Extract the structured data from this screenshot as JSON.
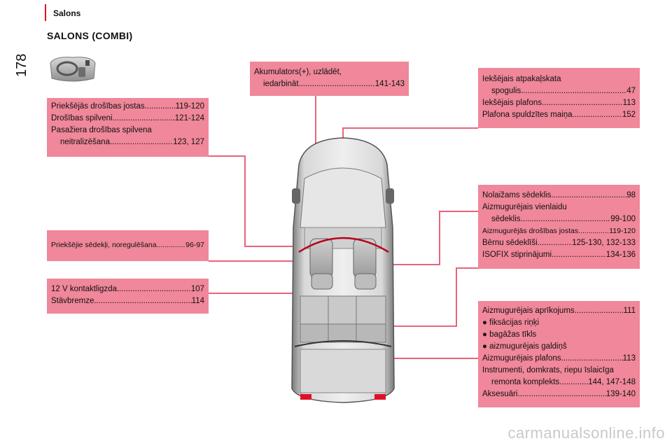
{
  "header": {
    "section": "Salons",
    "page_number": "178"
  },
  "title": "SALONS (COMBI)",
  "boxes": {
    "front_safety": {
      "rows": [
        {
          "label": "Priekšējās drošības jostas",
          "page": "119-120"
        },
        {
          "label": "Drošības spilveni",
          "page": "121-124"
        },
        {
          "label": "Pasažiera drošības spilvena",
          "page": ""
        },
        {
          "label": "neitralizēšana",
          "page": "123, 127"
        }
      ]
    },
    "front_seats": {
      "rows": [
        {
          "label": "Priekšējie sēdekļi, noregulēšana",
          "page": "96-97"
        }
      ]
    },
    "socket": {
      "rows": [
        {
          "label": "12 V kontaktligzda",
          "page": "107"
        },
        {
          "label": "Stāvbremze",
          "page": "114"
        }
      ]
    },
    "battery": {
      "rows": [
        {
          "label": "Akumulators(+), uzlādēt,",
          "page": ""
        },
        {
          "label": "iedarbināt",
          "page": "141-143"
        }
      ]
    },
    "mirror": {
      "rows": [
        {
          "label": "Iekšējais atpakaļskata",
          "page": ""
        },
        {
          "label": "spogulis",
          "page": "47"
        },
        {
          "label": "Iekšējais plafons",
          "page": "113"
        },
        {
          "label": "Plafona spuldzītes maiņa",
          "page": "152"
        }
      ]
    },
    "rear_seats": {
      "rows": [
        {
          "label": "Nolaižams sēdeklis",
          "page": "98"
        },
        {
          "label": "Aizmugurējais vienlaidu",
          "page": ""
        },
        {
          "label": "sēdeklis",
          "page": "99-100"
        },
        {
          "label": "Aizmugurējās drošības jostas",
          "page": "119-120"
        },
        {
          "label": "Bērnu sēdeklīši",
          "page": "125-130, 132-133"
        },
        {
          "label": "ISOFIX stiprinājumi",
          "page": "134-136"
        }
      ]
    },
    "rear_equipment": {
      "rows": [
        {
          "label": "Aizmugurējais aprīkojums",
          "page": "111"
        },
        {
          "label": "● fiksācijas riņķi",
          "page": ""
        },
        {
          "label": "● bagāžas tīkls",
          "page": ""
        },
        {
          "label": "● aizmugurējais galdiņš",
          "page": ""
        },
        {
          "label": "Aizmugurējais plafons",
          "page": "113"
        },
        {
          "label": "Instrumenti, domkrats, riepu īslaicīga",
          "page": ""
        },
        {
          "label": "remonta komplekts",
          "page": "144, 147-148"
        },
        {
          "label": "Aksesuāri",
          "page": "139-140"
        }
      ]
    }
  },
  "icons": {
    "dashboard": "dashboard-steering-icon"
  },
  "colors": {
    "accent": "#e0102a",
    "box": "#f0879a",
    "line": "#e8647c"
  },
  "watermark": "carmanualsonline.info"
}
